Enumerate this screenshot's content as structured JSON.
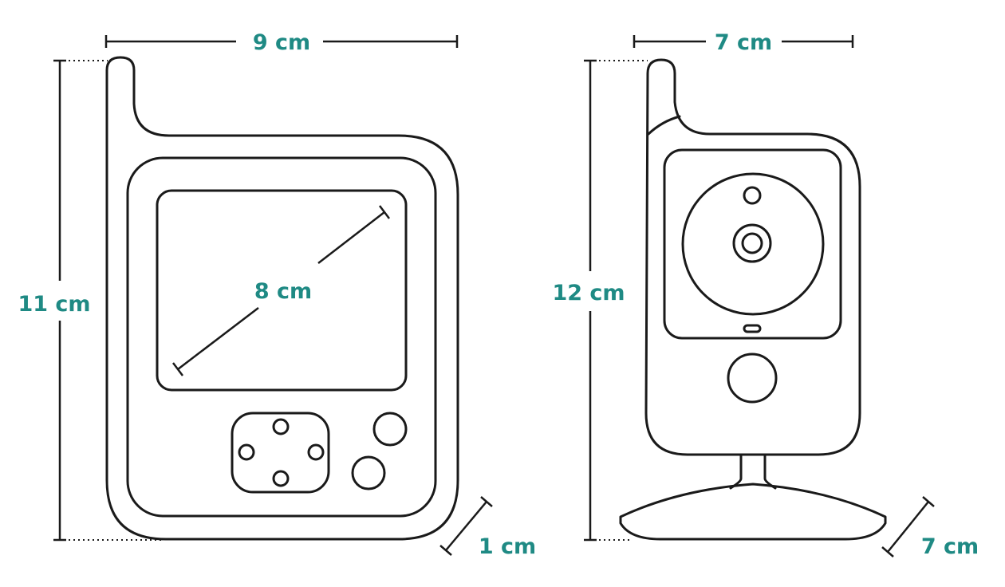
{
  "colors": {
    "outline": "#1a1a1a",
    "label": "#1f8a84",
    "background": "#ffffff"
  },
  "monitor": {
    "width_label": "9 cm",
    "height_label": "11 cm",
    "screen_label": "8 cm",
    "depth_label": "1 cm"
  },
  "camera": {
    "width_label": "7 cm",
    "height_label": "12 cm",
    "depth_label": "7 cm"
  }
}
